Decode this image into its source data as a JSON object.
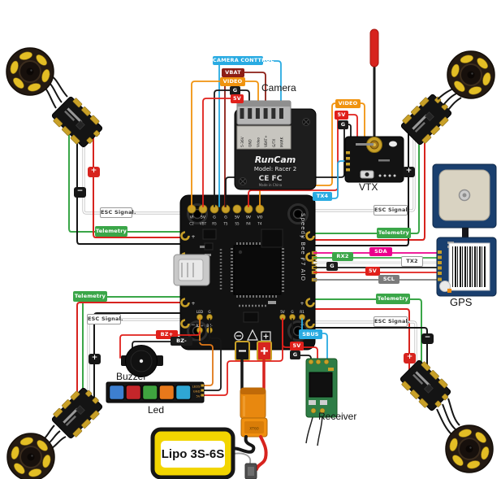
{
  "labels": {
    "camera_control": "CAMERA CONTTROL",
    "vbat": "VBAT",
    "video": "VIDEO",
    "g": "G",
    "v5": "5V",
    "tx4": "TX4",
    "sda": "SDA",
    "rx2": "RX2",
    "tx2": "TX2",
    "scl": "SCL",
    "sbus": "SBUS",
    "bz_plus": "BZ+",
    "bz_minus": "BZ-",
    "esc_signal": "ESC Signal.",
    "telemetry": "Telemetry",
    "plus": "+",
    "minus": "−"
  },
  "captions": {
    "camera": "Camera",
    "vtx": "VTX",
    "gps": "GPS",
    "receiver": "Receiver",
    "buzzer": "Buzzer",
    "led": "Led",
    "lipo": "Lipo 3S-6S",
    "xt60": "XT60"
  },
  "camera": {
    "brand": "RunCam",
    "model": "Model: Racer 2",
    "marks": "CE FC",
    "origin": "Made in China",
    "pins": [
      "5-36V",
      "GND",
      "Video",
      "VBAT+",
      "G/TX",
      "MARK"
    ]
  },
  "fc": {
    "name": "Speedy Bee F7 AIO",
    "row1": [
      "VI",
      "5V",
      "G",
      "G",
      "5V",
      "9V",
      "VO"
    ],
    "row2": [
      "C2",
      "VBT",
      "R5",
      "T5",
      "S5",
      "R4",
      "T4"
    ],
    "bottom_left": [
      "LED",
      "G",
      "BZ+",
      "BZ-"
    ],
    "bottom_right": [
      "5V",
      "G",
      "R1"
    ]
  },
  "led_pins": [
    "LEDS",
    "GND",
    "5V"
  ],
  "colors": {
    "blue": "#29ABE2",
    "red": "#E0201B",
    "maroon": "#8C1E15",
    "orange": "#F0930F",
    "green": "#3AA648",
    "pink": "#EC008C",
    "gray": "#7B7B7B",
    "black": "#151515",
    "gold": "#C8A028",
    "board_blue": "#1A3F6E",
    "battery_yellow": "#F2D500",
    "receiver_green": "#2E7D46"
  }
}
